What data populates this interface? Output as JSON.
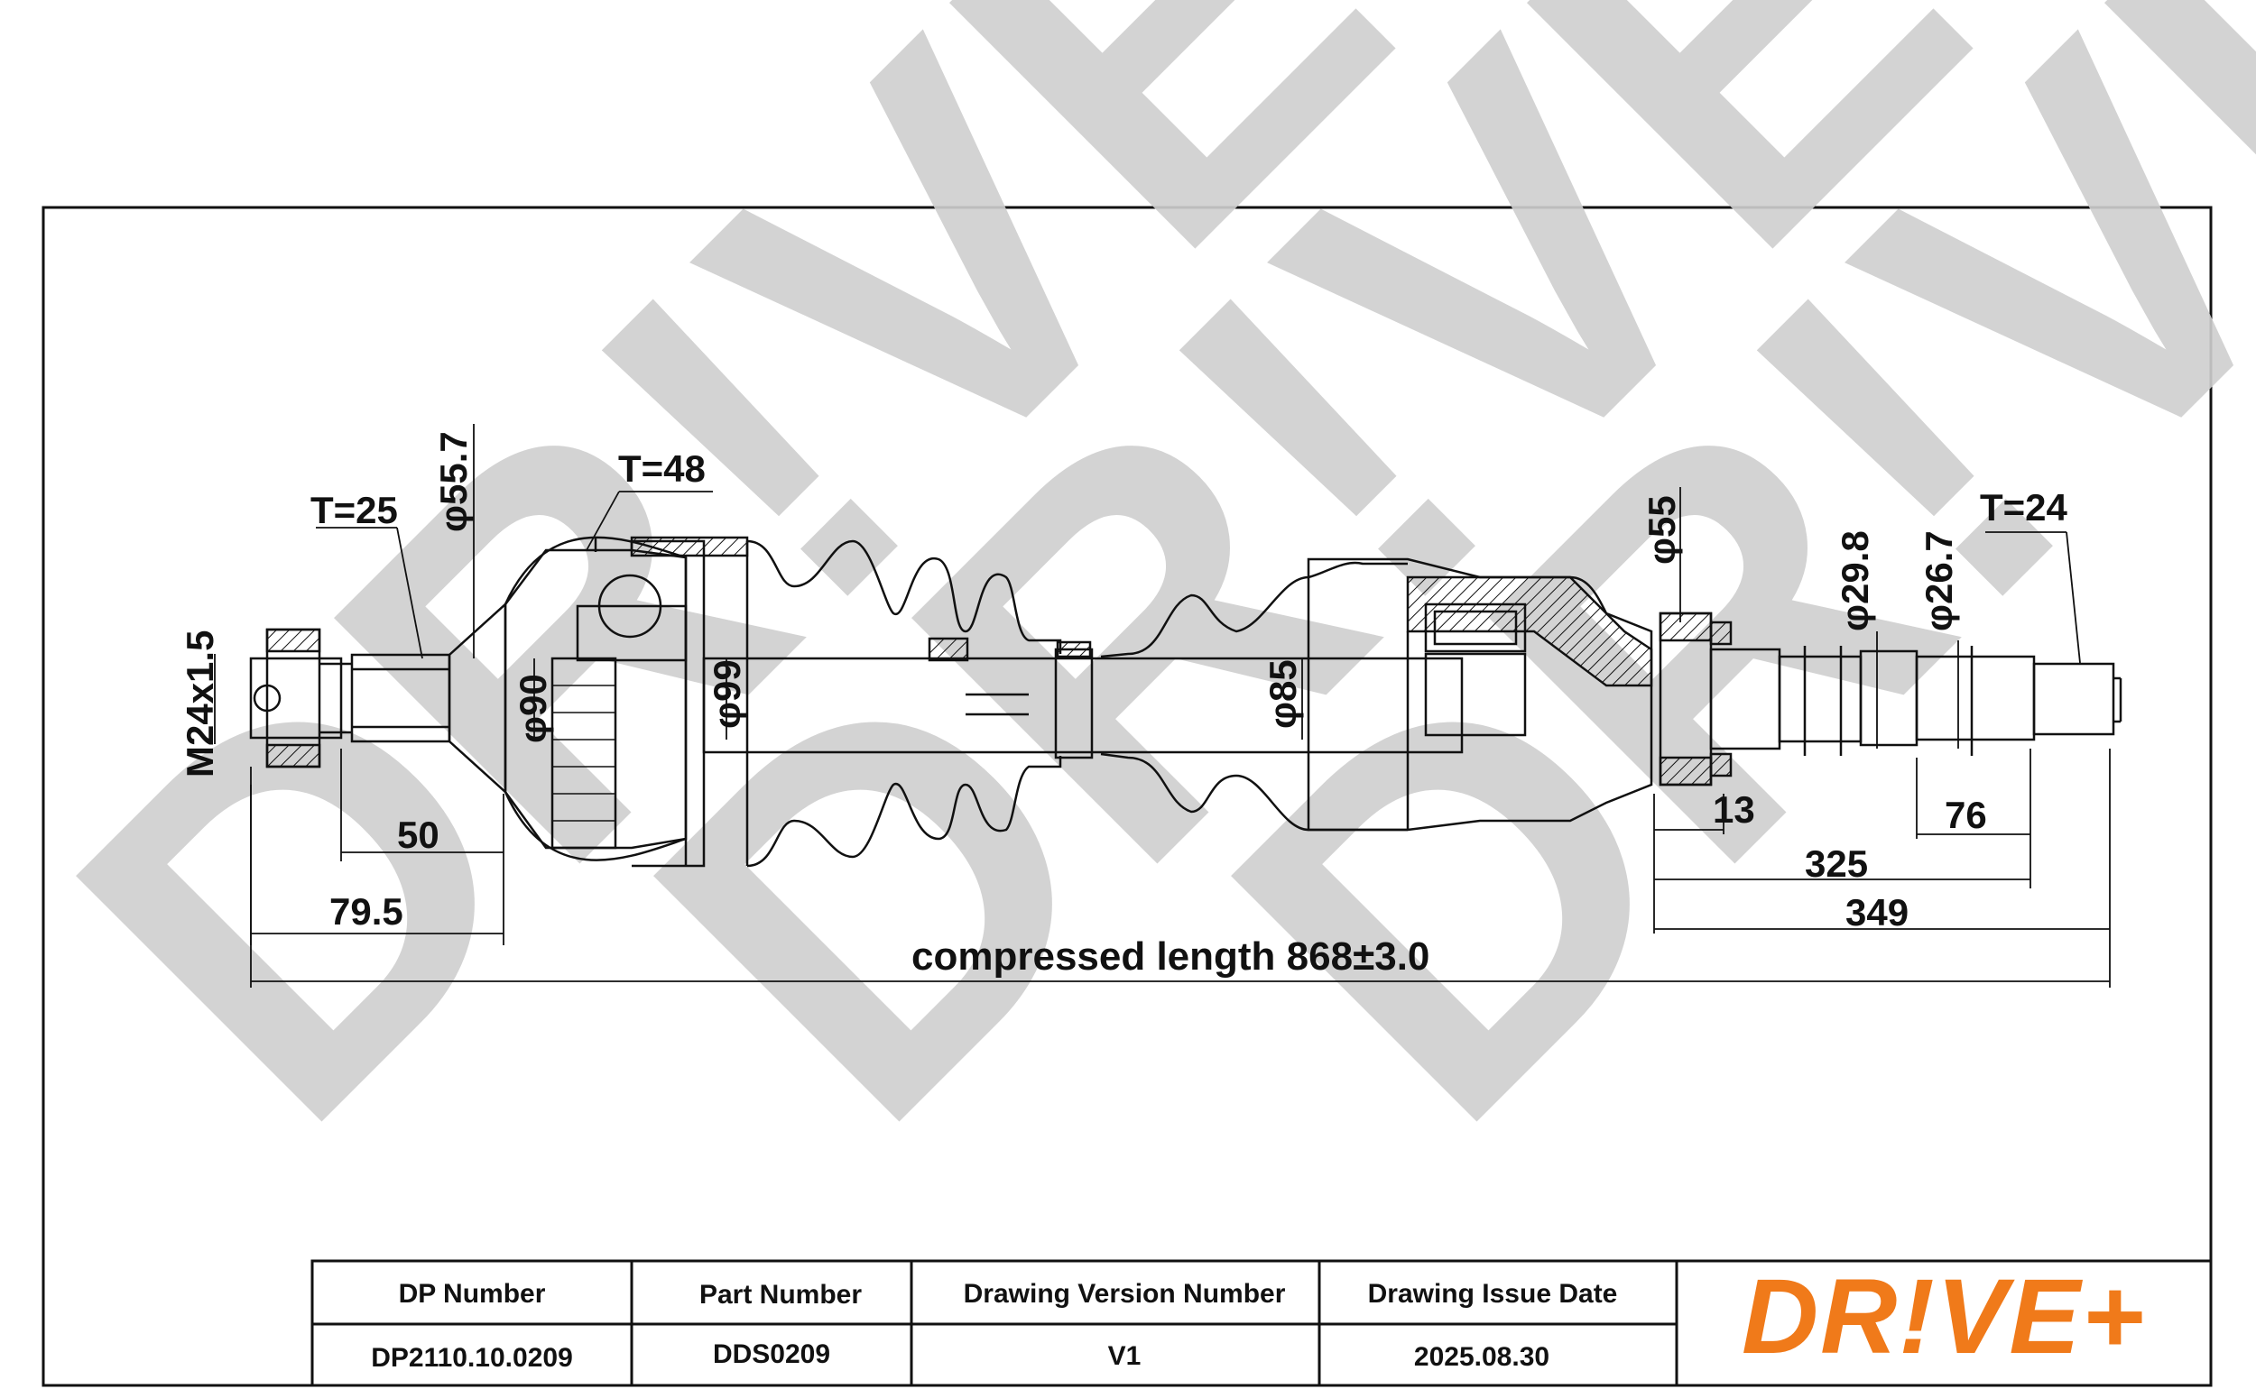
{
  "drawing": {
    "dimensions": {
      "thread": "M24x1.5",
      "torque_left": "T=25",
      "diameter_55_7": "φ55.7",
      "torque_boot": "T=48",
      "diameter_90": "φ90",
      "diameter_99": "φ99",
      "diameter_85": "φ85",
      "diameter_55": "φ55",
      "diameter_29_8": "φ29.8",
      "diameter_26_7": "φ26.7",
      "torque_right": "T=24",
      "len_50": "50",
      "len_79_5": "79.5",
      "len_13": "13",
      "len_76": "76",
      "len_325": "325",
      "len_349": "349",
      "compressed_length": "compressed length 868±3.0"
    },
    "watermark": "DR!VE+"
  },
  "title_block": {
    "headers": [
      "DP Number",
      "Part Number",
      "Drawing Version Number",
      "Drawing Issue Date"
    ],
    "values": [
      "DP2110.10.0209",
      "DDS0209",
      "V1",
      "2025.08.30"
    ],
    "logo": "DR!VE+",
    "logo_color": "#f07a1a"
  }
}
